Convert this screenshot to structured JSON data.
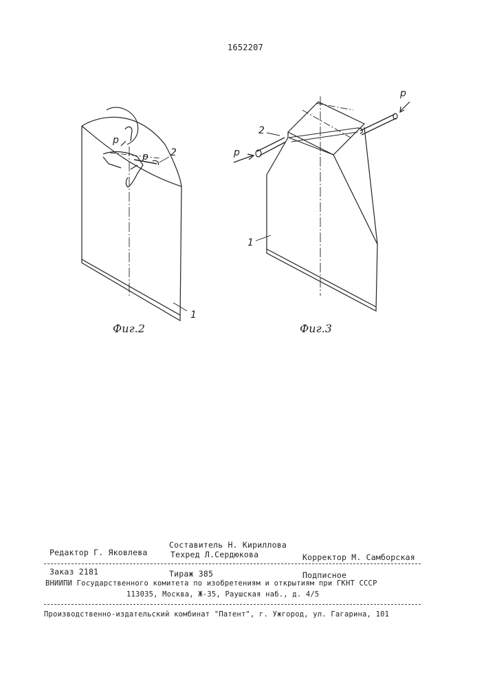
{
  "header": {
    "patent_number": "1652207"
  },
  "figures": {
    "fig2": {
      "caption": "Фиг.2",
      "labels": {
        "p": "p",
        "p2": "p",
        "part2": "2",
        "part1": "1"
      }
    },
    "fig3": {
      "caption": "Фиг.3",
      "labels": {
        "p_left": "p",
        "p_right": "p",
        "part2": "2",
        "part1": "1"
      }
    }
  },
  "colophon": {
    "compiler": "Составитель Н. Кириллова",
    "editor": "Редактор Г. Яковлева",
    "techred": "Техред Л.Сердюкова",
    "corrector": "Корректор М. Самборская",
    "order": "Заказ 2181",
    "circulation": "Тираж 385",
    "subscription": "Подписное",
    "institute": "ВНИИПИ Государственного комитета по изобретениям и открытиям при ГКНТ СССР",
    "address": "113035, Москва, Ж-35, Раушская наб., д. 4/5",
    "publisher": "Производственно-издательский комбинат \"Патент\", г. Ужгород, ул. Гагарина, 101"
  }
}
